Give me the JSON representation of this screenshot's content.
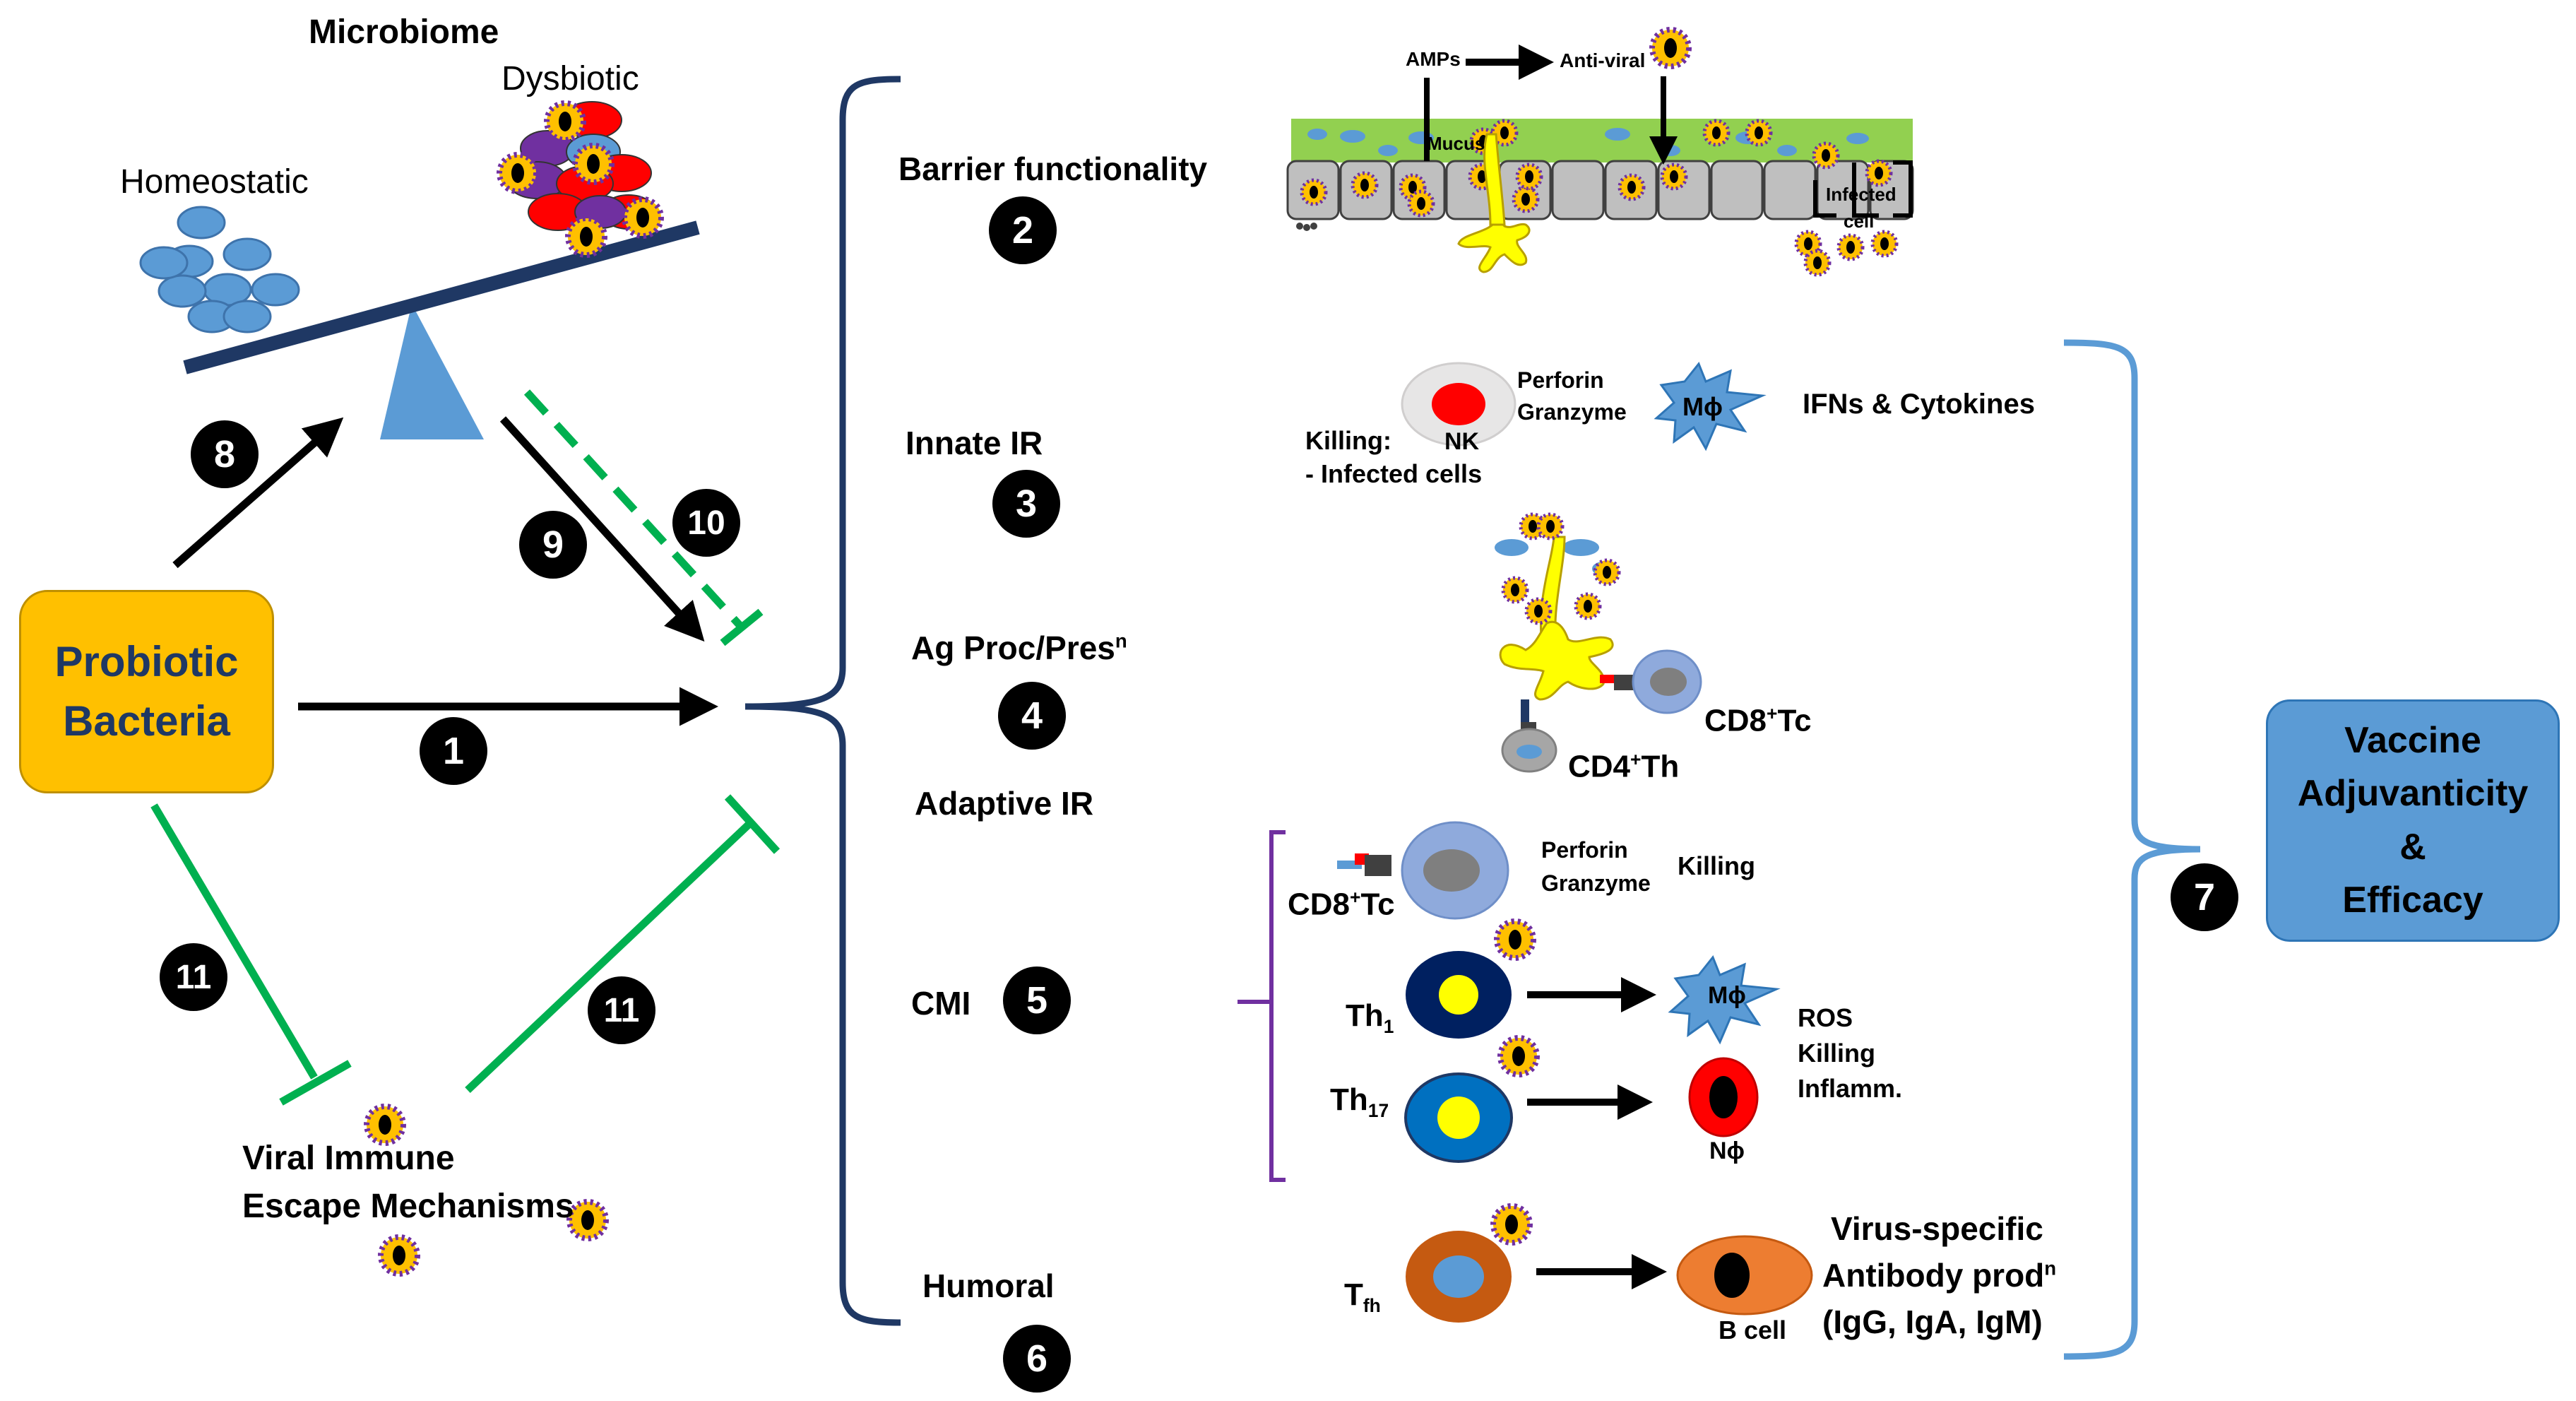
{
  "microbiome": {
    "title": "Microbiome",
    "dysbiotic": "Dysbiotic",
    "homeostatic": "Homeostatic"
  },
  "probiotic": {
    "label_line1": "Probiotic",
    "label_line2": "Bacteria",
    "color": "#FFC000"
  },
  "viral_escape": {
    "line1": "Viral Immune",
    "line2": "Escape Mechanisms"
  },
  "steps": [
    "1",
    "2",
    "3",
    "4",
    "5",
    "6",
    "7",
    "8",
    "9",
    "10",
    "11",
    "11"
  ],
  "categories": {
    "barrier": "Barrier functionality",
    "innate": "Innate IR",
    "ag_proc": "Ag Proc/Pres",
    "ag_proc_sup": "n",
    "adaptive": "Adaptive IR",
    "cmi": "CMI",
    "humoral": "Humoral"
  },
  "barrier_panel": {
    "amps": "AMPs",
    "antiviral": "Anti-viral",
    "mucus": "Mucus",
    "infected_line1": "Infected",
    "infected_line2": "cell"
  },
  "innate_panel": {
    "perforin": "Perforin",
    "granzyme": "Granzyme",
    "killing": "Killing:",
    "infected": "- Infected cells",
    "nk": "NK",
    "macrophage": "Mϕ",
    "ifns": "IFNs & Cytokines"
  },
  "agpres_panel": {
    "cd8": "CD8",
    "cd8_sup": "+",
    "cd8_suffix": "Tc",
    "cd4": "CD4",
    "cd4_sup": "+",
    "cd4_suffix": "Th"
  },
  "cmi_panel": {
    "cd8": "CD8",
    "cd8_sup": "+",
    "cd8_suffix": "Tc",
    "perforin": "Perforin",
    "granzyme": "Granzyme",
    "killing": "Killing",
    "th1": "Th",
    "th1_sub": "1",
    "th17": "Th",
    "th17_sub": "17",
    "macrophage": "Mϕ",
    "neutrophil": "Nϕ",
    "ros": "ROS",
    "killing2": "Killing",
    "inflamm": "Inflamm."
  },
  "humoral_panel": {
    "tfh": "T",
    "tfh_sub": "fh",
    "bcell": "B cell",
    "virus_specific": "Virus-specific",
    "antibody": "Antibody prod",
    "antibody_sup": "n",
    "isotypes": "(IgG, IgA, IgM)"
  },
  "vaccine": {
    "line1": "Vaccine",
    "line2": "Adjuvanticity",
    "line3": "&",
    "line4": "Efficacy",
    "color": "#5B9BD5"
  },
  "colors": {
    "navy": "#1F3864",
    "green": "#00B050",
    "light_blue": "#5B9BD5",
    "purple": "#7030A0",
    "red": "#FF0000",
    "yellow": "#FFFF00",
    "mucus_green": "#92D050"
  }
}
